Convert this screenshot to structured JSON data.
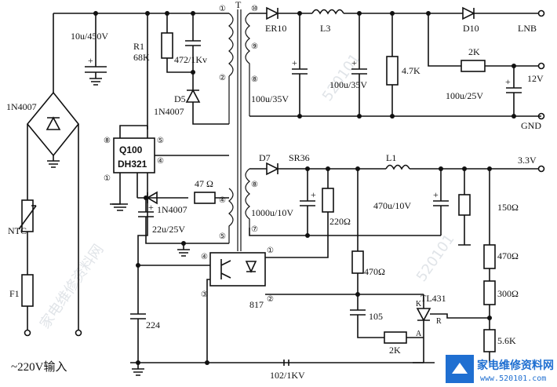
{
  "labels": {
    "c_in": "10u/450V",
    "r1_name": "R1",
    "r1_val": "68K",
    "c_472": "472/1Kv",
    "d5_name": "D5",
    "d5_type": "1N4007",
    "bridge": "1N4007",
    "ntc": "NTC",
    "fuse": "F1",
    "ic_name": "Q100",
    "ic_type": "DH321",
    "res47": "47 Ω",
    "d_aux": "1N4007",
    "c_aux": "22u/25V",
    "transformer": "T",
    "er10": "ER10",
    "l3": "L3",
    "c100a": "100u/35V",
    "c100b": "100u/35V",
    "r47k": "4.7K",
    "d10": "D10",
    "lnb": "LNB",
    "r2k_top": "2K",
    "v12": "12V",
    "c100_25": "100u/25V",
    "gnd": "GND",
    "d7": "D7",
    "sr36": "SR36",
    "l1": "L1",
    "v33": "3.3V",
    "c1000": "1000u/10V",
    "r220": "220Ω",
    "c470u": "470u/10V",
    "r150": "150Ω",
    "r470a": "470Ω",
    "r470b": "470Ω",
    "r300": "300Ω",
    "r56k": "5.6K",
    "opto": "817",
    "tl431": "TL431",
    "tl_k": "K",
    "tl_r": "R",
    "tl_a": "A",
    "c105": "105",
    "r2k_bot": "2K",
    "c224": "224",
    "c102": "102/1KV",
    "input": "~220V输入",
    "pin1": "①",
    "pin2": "②",
    "pin3": "③",
    "pin4": "④",
    "pin5": "⑤",
    "pin7": "⑦",
    "pin8": "⑧",
    "pin9": "⑨",
    "pin10": "⑩"
  },
  "logo": {
    "text": "家电维修资料网",
    "url": "www.520101.com"
  }
}
